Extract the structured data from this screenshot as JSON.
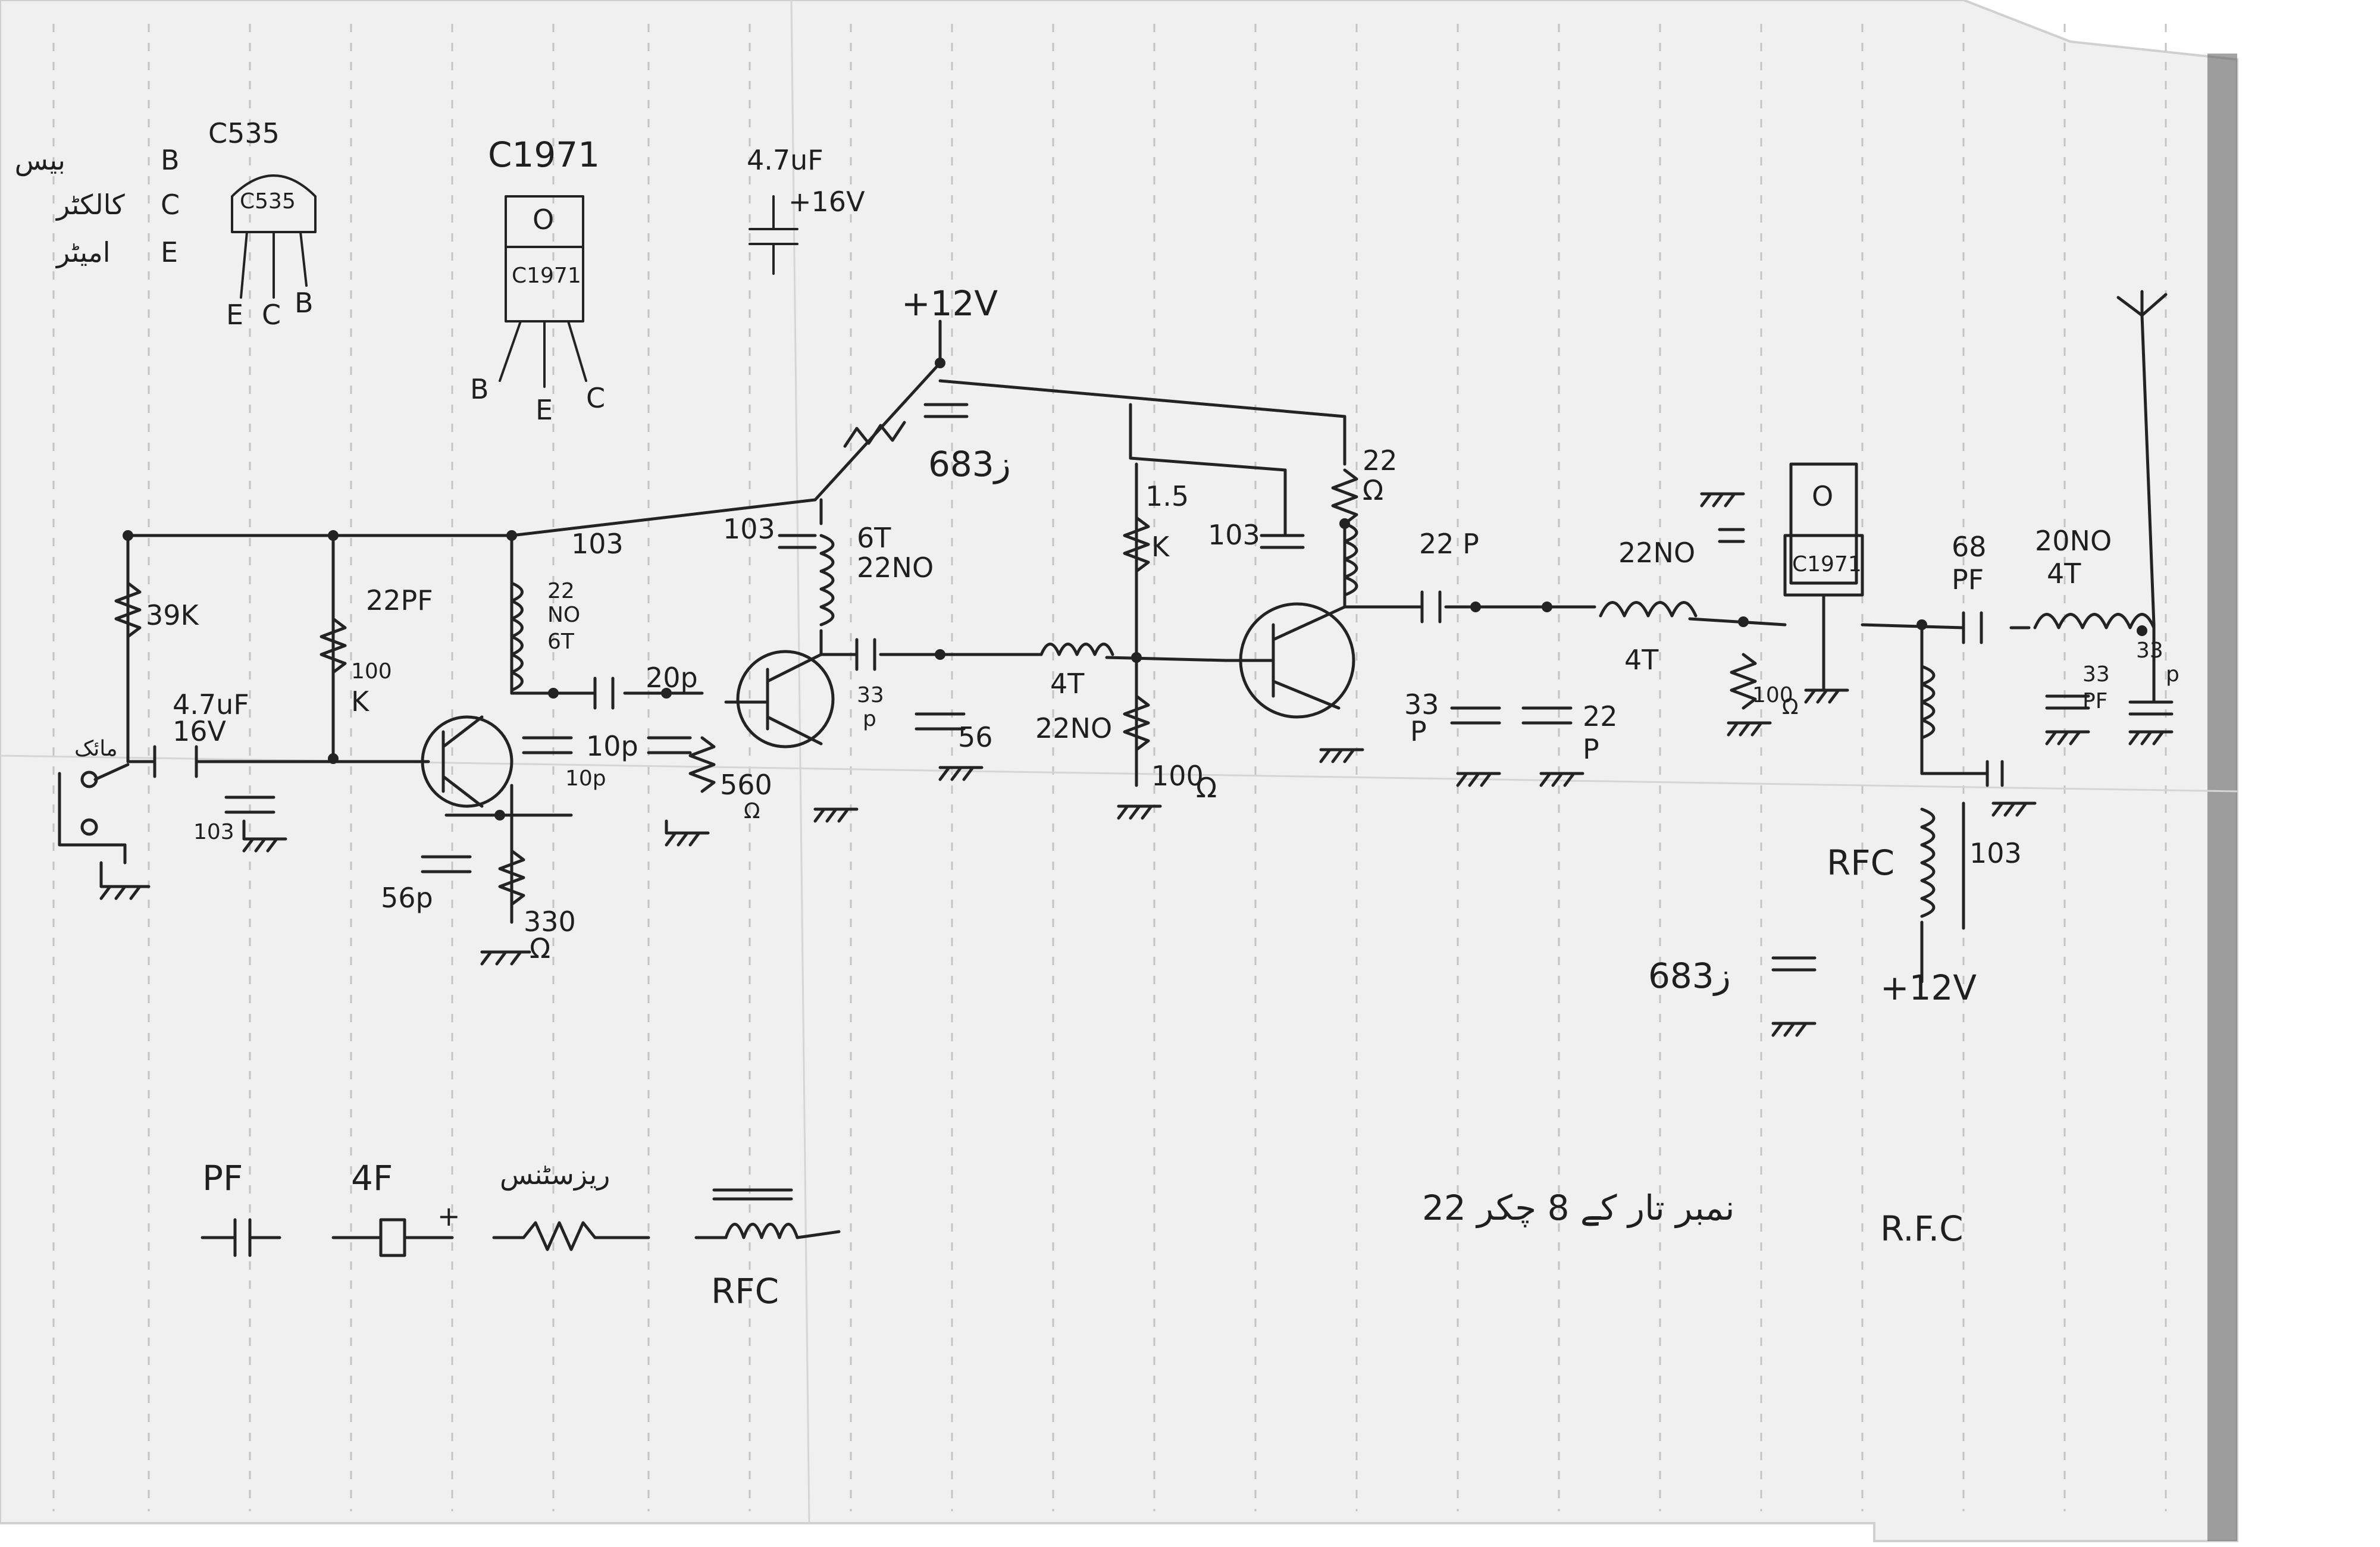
{
  "pinout_c535": {
    "part": "C535",
    "body_mark": "C535",
    "pins": [
      "E",
      "C",
      "B"
    ],
    "legend": [
      {
        "urdu": "بیس",
        "letter": "B"
      },
      {
        "urdu": "کالکٹر",
        "letter": "C"
      },
      {
        "urdu": "امیٹر",
        "letter": "E"
      }
    ]
  },
  "pinout_c1971": {
    "part": "C1971",
    "body_mark": "C1971",
    "tab": "O",
    "pins": [
      "B",
      "E",
      "C"
    ]
  },
  "cap_note": {
    "value": "4.7uF",
    "voltage": "+16V"
  },
  "supply_top": "+12V",
  "components": {
    "r_39k": "39K",
    "r_100k_num": "100",
    "r_100k_unit": "K",
    "c_22pf": "22PF",
    "c_103_a": "103",
    "coil_1": [
      "22",
      "NO",
      "6T"
    ],
    "c_4u7": "4.7uF",
    "c_16v": "16V",
    "c_103_b": "103",
    "mic_label": "مائک",
    "c_10p_a": "10p",
    "c_10p_b": "10p",
    "c_56p": "56p",
    "r_330": "330",
    "ohm": "Ω",
    "c_20p": "20p",
    "r_560": "560",
    "c_103_c": "103",
    "coil_2": [
      "6T",
      "22NO"
    ],
    "c_683_top": "683ز",
    "c_33p": [
      "33",
      "p"
    ],
    "c_56": "56",
    "coil_3": [
      "4T",
      "22NO"
    ],
    "r_1k5": [
      "1.5",
      "K"
    ],
    "c_103_d": "103",
    "r_100_b": "100",
    "r_22": "22",
    "c_22p_a": "22 P",
    "c_33p_b": [
      "33",
      "P"
    ],
    "c_22p_b": [
      "22",
      "P"
    ],
    "coil_4": [
      "22NO",
      "4T"
    ],
    "r_100_c": "100",
    "pa_part": "C1971",
    "pa_tab": "O",
    "c_68pf": [
      "68",
      "PF"
    ],
    "coil_5": [
      "20NO",
      "4T"
    ],
    "c_33pf_a": [
      "33",
      "PF"
    ],
    "c_33pf_b": "33",
    "c_33pf_b_unit": "p",
    "rfc_label": "RFC",
    "c_103_e": "103",
    "c_683_bottom": "683ز",
    "supply_bottom": "+12V"
  },
  "legend_bottom": {
    "pf": "PF",
    "uf": "4F",
    "resistor_urdu": "ریزسٹنس",
    "plus": "+",
    "rfc": "RFC"
  },
  "note": {
    "urdu": "22 نمبر تار کے 8 چکر",
    "rfc": "R.F.C"
  }
}
